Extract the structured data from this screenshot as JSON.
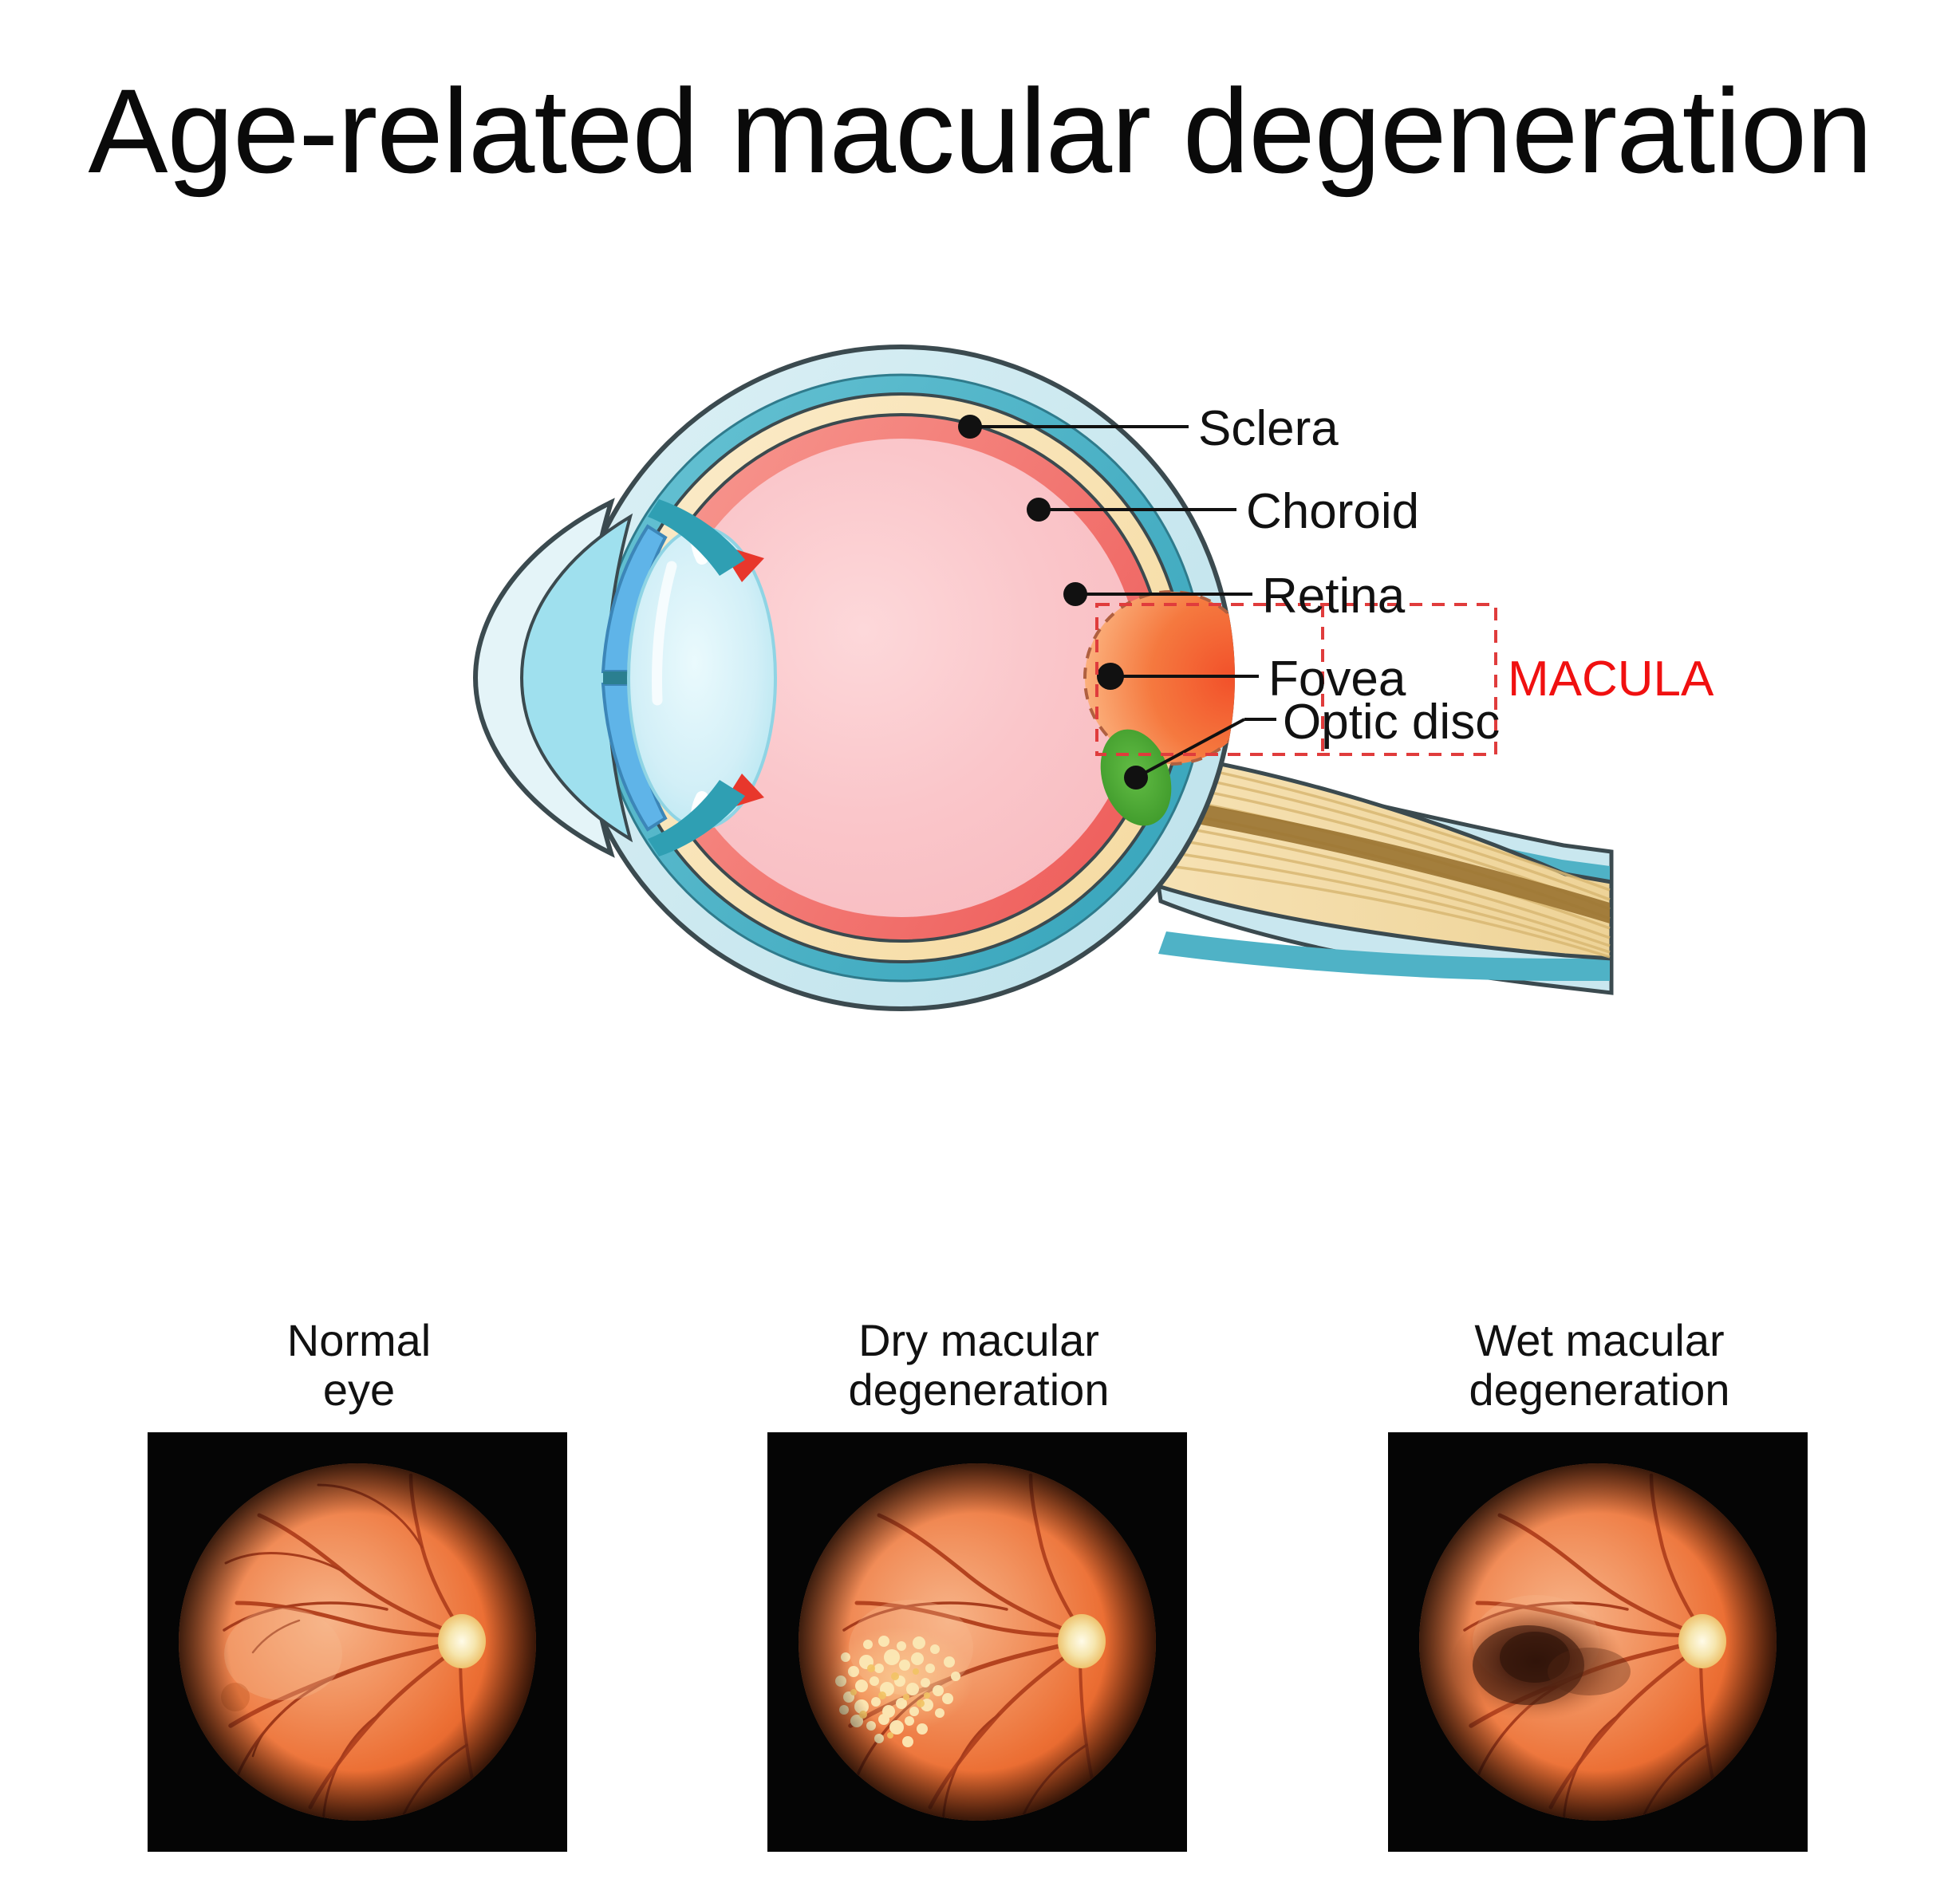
{
  "title": "Age-related macular degeneration",
  "diagram": {
    "name": "eye-cross-section",
    "labels": [
      {
        "id": "sclera",
        "text": "Sclera"
      },
      {
        "id": "choroid",
        "text": "Choroid"
      },
      {
        "id": "retina",
        "text": "Retina"
      },
      {
        "id": "fovea",
        "text": "Fovea"
      },
      {
        "id": "macula",
        "text": "MACULA"
      },
      {
        "id": "optic-disc",
        "text": "Optic disc"
      }
    ],
    "colors": {
      "sclera": "#c9e7ef",
      "choroid_band": "#55b8cc",
      "choroid_cream": "#f7e0ac",
      "retina": "#f58a84",
      "vitreous": "#fac6ca",
      "optic_nerve": "#f2d9a4",
      "optic_disc": "#4aa833",
      "fovea": "#f4683a",
      "macula_box": "#e03c3c",
      "outline": "#3b4a4f",
      "lens": "#cdeef5",
      "iris": "#5fb4e8",
      "aqueous": "#9fe0ee"
    }
  },
  "panels": [
    {
      "id": "normal-eye",
      "caption_line1": "Normal",
      "caption_line2": "eye",
      "image_name": "fundus-photo-normal"
    },
    {
      "id": "dry-macular-degeneration",
      "caption_line1": "Dry macular",
      "caption_line2": "degeneration",
      "image_name": "fundus-photo-dry-amd"
    },
    {
      "id": "wet-macular-degeneration",
      "caption_line1": "Wet macular",
      "caption_line2": "degeneration",
      "image_name": "fundus-photo-wet-amd"
    }
  ]
}
